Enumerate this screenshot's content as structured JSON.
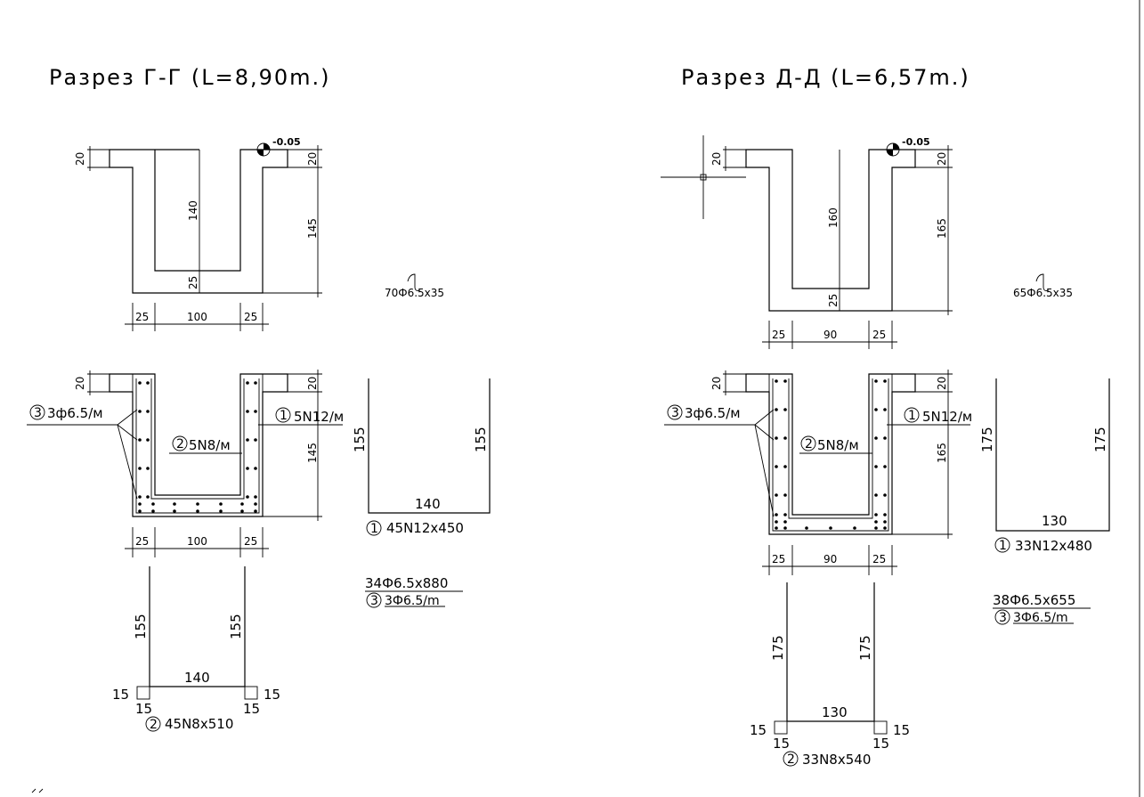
{
  "sections": {
    "left": {
      "title": "Разрез Г-Г (L=8,90m.)",
      "level_mark": "-0.05",
      "dim_top_left": "20",
      "dim_top_right": "20",
      "dim_inner_height": "140",
      "dim_outer_height": "145",
      "dim_bottom_thick": "25",
      "dim_w_left": "25",
      "dim_w_mid": "100",
      "dim_w_right": "25",
      "hook_label": "70Ф6.5x35",
      "rebar_dim_top_left": "20",
      "rebar_dim_top_right": "20",
      "rebar_outer_height": "145",
      "label_bar3": "3ф6.5/м",
      "label_bar3_num": "3",
      "label_bar2": "5N8/м",
      "label_bar2_num": "2",
      "label_bar1": "5N12/м",
      "label_bar1_num": "1",
      "rebar_w_left": "25",
      "rebar_w_mid": "100",
      "rebar_w_right": "25",
      "bar1_side_left": "155",
      "bar1_side_right": "155",
      "bar1_bottom": "140",
      "bar1_num": "1",
      "bar1_label": "45N12x450",
      "bar3_spec": "34Ф6.5x880",
      "bar3_num": "3",
      "bar3_spec2": "3Ф6.5/m",
      "bar2_side_left": "155",
      "bar2_side_right": "155",
      "bar2_bottom": "140",
      "bar2_end_l": "15",
      "bar2_end_l2": "15",
      "bar2_end_r": "15",
      "bar2_end_r2": "15",
      "bar2_num": "2",
      "bar2_label": "45N8x510"
    },
    "right": {
      "title": "Разрез Д-Д (L=6,57m.)",
      "level_mark": "-0.05",
      "dim_top_left": "20",
      "dim_top_right": "20",
      "dim_inner_height": "160",
      "dim_outer_height": "165",
      "dim_bottom_thick": "25",
      "dim_w_left": "25",
      "dim_w_mid": "90",
      "dim_w_right": "25",
      "hook_label": "65Ф6.5x35",
      "rebar_dim_top_left": "20",
      "rebar_dim_top_right": "20",
      "rebar_outer_height": "165",
      "label_bar3": "3ф6.5/м",
      "label_bar3_num": "3",
      "label_bar2": "5N8/м",
      "label_bar2_num": "2",
      "label_bar1": "5N12/м",
      "label_bar1_num": "1",
      "rebar_w_left": "25",
      "rebar_w_mid": "90",
      "rebar_w_right": "25",
      "bar1_side_left": "175",
      "bar1_side_right": "175",
      "bar1_bottom": "130",
      "bar1_num": "1",
      "bar1_label": "33N12x480",
      "bar3_spec": "38Ф6.5x655",
      "bar3_num": "3",
      "bar3_spec2": "3Ф6.5/m",
      "bar2_side_left": "175",
      "bar2_side_right": "175",
      "bar2_bottom": "130",
      "bar2_end_l": "15",
      "bar2_end_l2": "15",
      "bar2_end_r": "15",
      "bar2_end_r2": "15",
      "bar2_num": "2",
      "bar2_label": "33N8x540"
    }
  }
}
